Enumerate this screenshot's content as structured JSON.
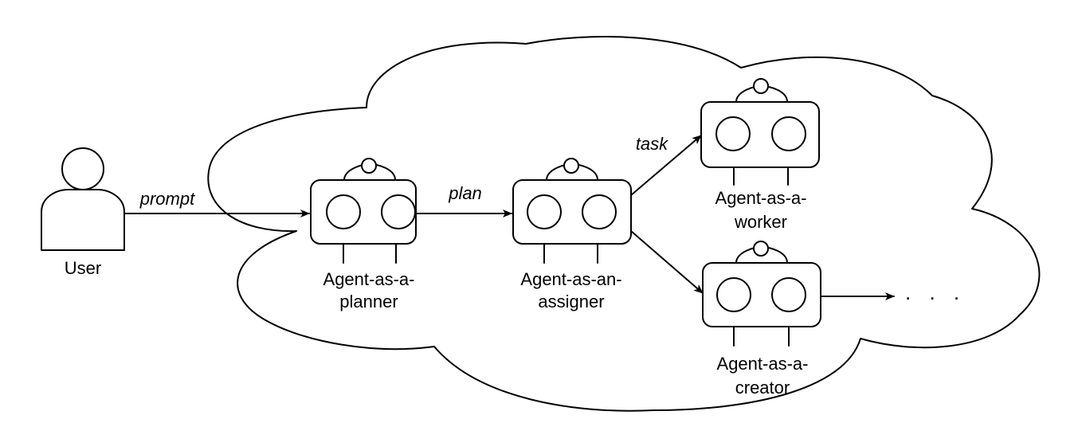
{
  "user": {
    "label": "User",
    "icon": "user-icon"
  },
  "agents": {
    "planner": {
      "line1": "Agent-as-a-",
      "line2": "planner",
      "icon": "robot-icon"
    },
    "assigner": {
      "line1": "Agent-as-an-",
      "line2": "assigner",
      "icon": "robot-icon"
    },
    "worker": {
      "line1": "Agent-as-a-",
      "line2": "worker",
      "icon": "robot-icon"
    },
    "creator": {
      "line1": "Agent-as-a-",
      "line2": "creator",
      "icon": "robot-icon"
    }
  },
  "edges": {
    "prompt": "prompt",
    "plan": "plan",
    "task": "task"
  },
  "continuation": ". . .",
  "colors": {
    "stroke": "#000000",
    "background": "#ffffff"
  }
}
